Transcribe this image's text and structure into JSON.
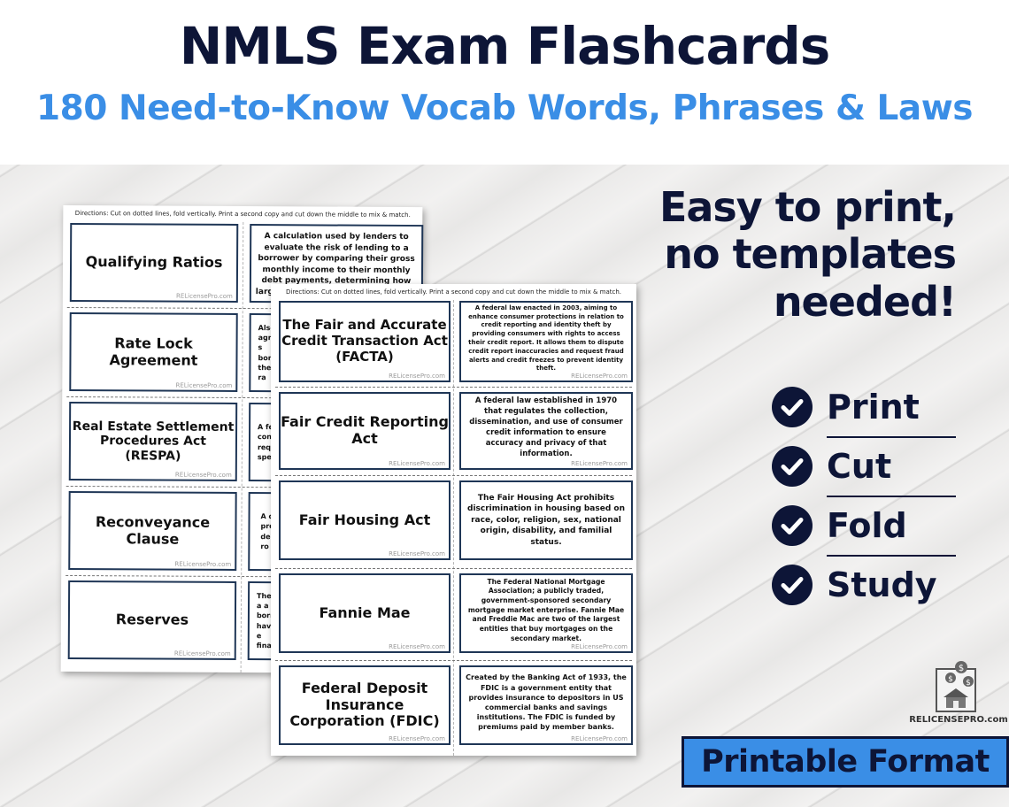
{
  "header": {
    "title": "NMLS Exam Flashcards",
    "subtitle": "180 Need-to-Know Vocab Words, Phrases & Laws"
  },
  "back_sheet": {
    "directions": "Directions: Cut on dotted lines, fold vertically. Print a second copy and cut down the middle to mix & match.",
    "cards": [
      {
        "term": "Qualifying Ratios",
        "definition": "A calculation used by lenders to evaluate the risk of lending to a borrower by comparing their gross monthly income to their monthly debt payments, determining how large of a loan they can responsibly"
      },
      {
        "term": "Rate Lock Agreement",
        "definition": "Also agre s borro the ra"
      },
      {
        "term": "Real Estate Settlement Procedures Act (RESPA)",
        "definition": "A fe cons requi spec"
      },
      {
        "term": "Reconveyance Clause",
        "definition": "A c pro de ro"
      },
      {
        "term": "Reserves",
        "definition": "The a a borr hav e fina"
      }
    ]
  },
  "front_sheet": {
    "directions": "Directions: Cut on dotted lines, fold vertically. Print a second copy and cut down the middle to mix & match.",
    "cards": [
      {
        "term": "The Fair and Accurate Credit Transaction Act (FACTA)",
        "definition": "A federal law enacted in 2003, aiming to enhance consumer protections in relation to credit reporting and identity theft by providing consumers with rights to access their credit report. It allows them to dispute credit report inaccuracies and request fraud alerts and credit freezes to prevent identity theft."
      },
      {
        "term": "Fair Credit Reporting Act",
        "definition": "A federal law established in 1970 that regulates the collection, dissemination, and use of consumer credit information to ensure accuracy and privacy of that information."
      },
      {
        "term": "Fair Housing Act",
        "definition": "The Fair Housing Act prohibits discrimination in housing based on race, color, religion, sex, national origin, disability, and familial status."
      },
      {
        "term": "Fannie Mae",
        "definition": "The Federal National Mortgage Association; a publicly traded, government-sponsored secondary mortgage market enterprise. Fannie Mae and Freddie Mac are two of the largest entities that buy mortgages on the secondary market."
      },
      {
        "term": "Federal Deposit Insurance Corporation (FDIC)",
        "definition": "Created by the Banking Act of 1933, the FDIC is a government entity that provides insurance to depositors in US commercial banks and savings institutions. The FDIC is funded by premiums paid by member banks."
      }
    ]
  },
  "watermark": "RELicensePro.com",
  "tagline": {
    "line1": "Easy to print,",
    "line2": "no templates",
    "line3": "needed!"
  },
  "checklist": [
    "Print",
    "Cut",
    "Fold",
    "Study"
  ],
  "logo_text": "RELICENSEPRO.com",
  "badge": "Printable Format",
  "colors": {
    "navy": "#0d1537",
    "blue": "#3a8ee6",
    "card_border": "#1f3656"
  },
  "icons": [
    "check-circle-icon",
    "house-money-logo-icon"
  ]
}
